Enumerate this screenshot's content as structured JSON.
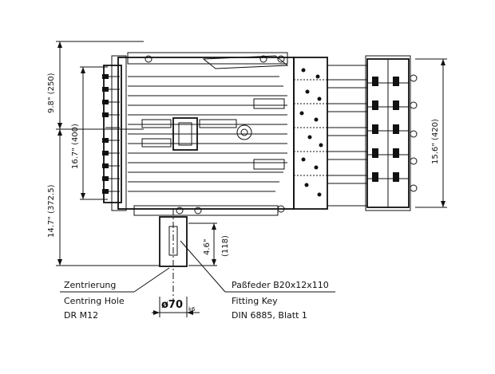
{
  "drawing": {
    "dimensions": {
      "upper_left": "9.8\" (250)",
      "inner_left": "16.7\" (400)",
      "lower_left": "14.7\" (372.5)",
      "shaft_height": "4.6\"",
      "shaft_height_mm": "(118)",
      "right_height": "15.6\" (420)"
    },
    "labels": {
      "centering_de": "Zentrierung",
      "centering_en": "Centring Hole",
      "centering_spec": "DR M12",
      "shaft_dia": "ø70",
      "shaft_tol": "k6",
      "key_de": "Paßfeder B20x12x110",
      "key_en": "Fitting Key",
      "key_spec": "DIN 6885, Blatt 1"
    }
  }
}
